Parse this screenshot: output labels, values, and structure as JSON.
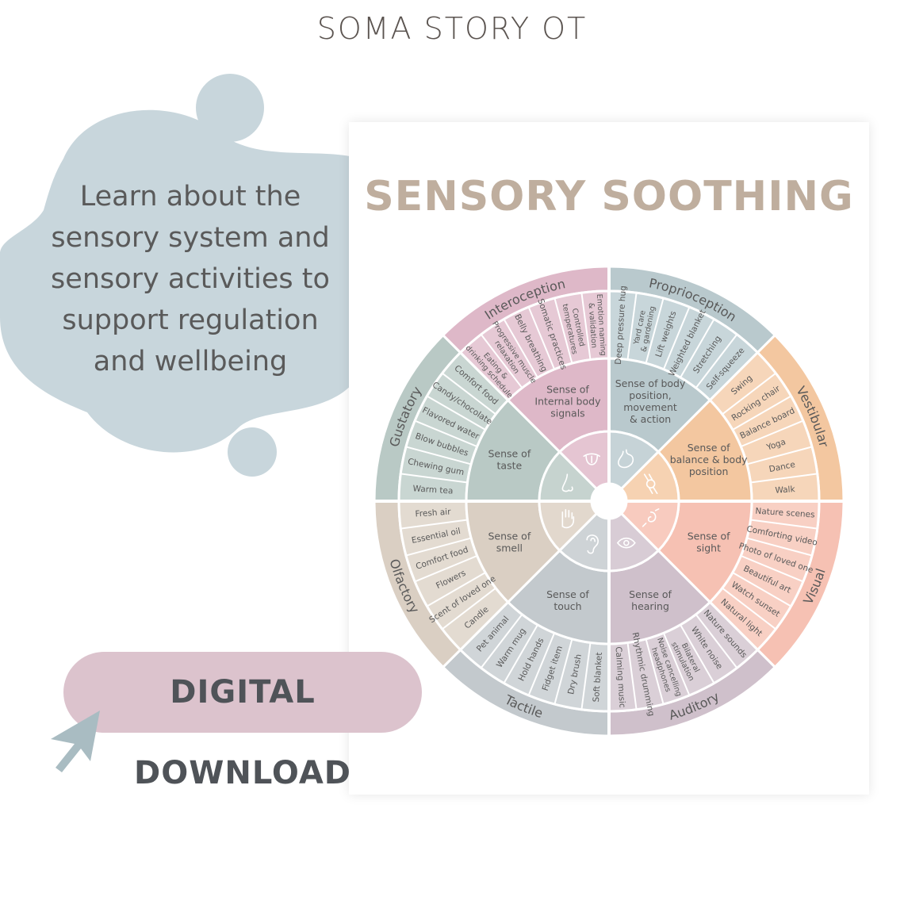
{
  "brand": "SOMA STORY OT",
  "tagline": "Learn about the\nsensory system and\nsensory activities to\nsupport regulation\nand wellbeing",
  "sheet": {
    "title": "SENSORY SOOTHING"
  },
  "cta": {
    "label": "DIGITAL DOWNLOAD"
  },
  "icons": [
    "stomach-icon",
    "joint-icon",
    "inner-ear-icon",
    "eye-icon",
    "ear-icon",
    "hand-icon",
    "nose-icon",
    "tongue-icon"
  ],
  "wheel": {
    "sectors": [
      {
        "name": "Proprioception",
        "sense": [
          "Sense of body",
          "position,",
          "movement",
          "& action"
        ],
        "color": "#b9c9cd",
        "inner": "#c6d3d7",
        "ring": "#c8d6da",
        "activities": [
          "Deep pressure hug",
          "Yard care & gardening",
          "Lift weights",
          "Weighted blanket",
          "Stretching",
          "Self-squeeze"
        ]
      },
      {
        "name": "Vestibular",
        "sense": [
          "Sense of",
          "balance & body",
          "position"
        ],
        "color": "#f3c7a0",
        "inner": "#f6d2b2",
        "ring": "#f6d6ba",
        "activities": [
          "Swing",
          "Rocking chair",
          "Balance board",
          "Yoga",
          "Dance",
          "Walk"
        ]
      },
      {
        "name": "Visual",
        "sense": [
          "Sense of",
          "sight"
        ],
        "color": "#f6c1b3",
        "inner": "#f8cbbf",
        "ring": "#f8d0c4",
        "activities": [
          "Nature scenes",
          "Comforting video",
          "Photo of loved one",
          "Beautiful art",
          "Watch sunset",
          "Natural light"
        ]
      },
      {
        "name": "Auditory",
        "sense": [
          "Sense of",
          "hearing"
        ],
        "color": "#cfc0cb",
        "inner": "#d8ccd5",
        "ring": "#dacfd7",
        "activities": [
          "Nature sounds",
          "White noise",
          "Bilateral stimulation",
          "Noise cancelling headphones",
          "Rhythmic drumming",
          "Calming music"
        ]
      },
      {
        "name": "Tactile",
        "sense": [
          "Sense of",
          "touch"
        ],
        "color": "#c3c9cd",
        "inner": "#ced3d6",
        "ring": "#d0d5d8",
        "activities": [
          "Soft blanket",
          "Dry brush",
          "Fidget item",
          "Hold hands",
          "Warm mug",
          "Pet animal"
        ]
      },
      {
        "name": "Olfactory",
        "sense": [
          "Sense of",
          "smell"
        ],
        "color": "#dacfc3",
        "inner": "#e2d8cd",
        "ring": "#e3dbd1",
        "activities": [
          "Candle",
          "Scent of loved one",
          "Flowers",
          "Comfort food",
          "Essential oil",
          "Fresh air"
        ]
      },
      {
        "name": "Gustatory",
        "sense": [
          "Sense of",
          "taste"
        ],
        "color": "#b9c9c5",
        "inner": "#c6d3cf",
        "ring": "#c9d6d2",
        "activities": [
          "Warm tea",
          "Chewing gum",
          "Blow bubbles",
          "Flavored water",
          "Candy/chocolate",
          "Comfort food"
        ]
      },
      {
        "name": "Interoception",
        "sense": [
          "Sense of",
          "Internal body",
          "signals"
        ],
        "color": "#deb8c8",
        "inner": "#e5c5d2",
        "ring": "#e6c9d5",
        "activities": [
          "Eating & drinking schedule",
          "Progressive muscle relaxation",
          "Belly breathing",
          "Somatic practices",
          "Controlled temperatures",
          "Emotion naming & validation"
        ]
      }
    ]
  },
  "colors": {
    "blob": "#c8d6dc",
    "pill": "#dcc3cd",
    "cursor": "#a9bcc2",
    "title": "#bfae9e",
    "text": "#595959"
  }
}
